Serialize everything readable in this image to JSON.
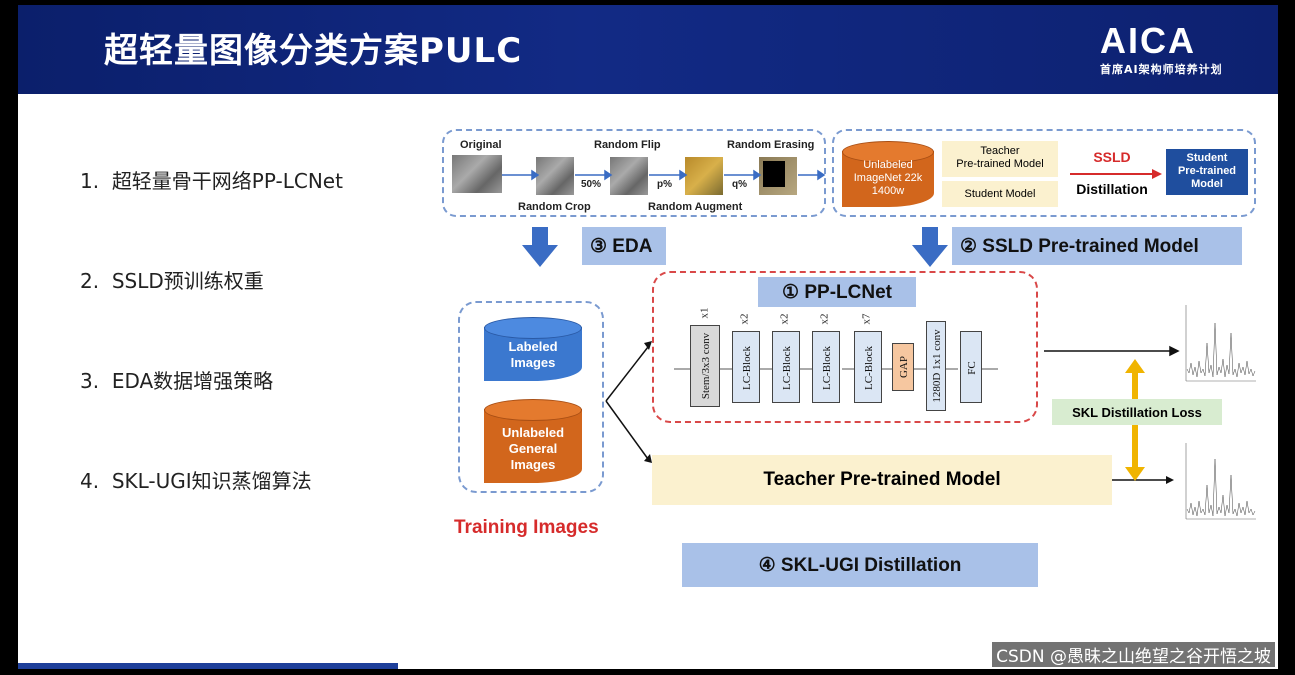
{
  "header": {
    "title": "超轻量图像分类方案PULC",
    "logo_text": "AICA",
    "logo_subtitle": "首席AI架构师培养计划"
  },
  "list": [
    {
      "num": "1.",
      "text": "超轻量骨干网络PP-LCNet"
    },
    {
      "num": "2.",
      "text": "SSLD预训练权重"
    },
    {
      "num": "3.",
      "text": "EDA数据增强策略"
    },
    {
      "num": "4.",
      "text": "SKL-UGI知识蒸馏算法"
    }
  ],
  "eda": {
    "original": "Original",
    "random_crop": "Random Crop",
    "random_flip": "Random Flip",
    "random_augment": "Random Augment",
    "random_erasing": "Random Erasing",
    "p50": "50%",
    "pp": "p%",
    "pq": "q%",
    "label": "③ EDA"
  },
  "ssld": {
    "unlabeled": "Unlabeled\nImageNet 22k\n1400w",
    "teacher": "Teacher\nPre-trained Model",
    "student": "Student Model",
    "ssld": "SSLD",
    "distillation": "Distillation",
    "student_out": "Student\nPre-trained\nModel",
    "label": "② SSLD Pre-trained Model"
  },
  "network": {
    "title": "① PP-LCNet",
    "layers": [
      {
        "name": "Stem/3x3 conv",
        "rep": "x1"
      },
      {
        "name": "LC-Block",
        "rep": "x2"
      },
      {
        "name": "LC-Block",
        "rep": "x2"
      },
      {
        "name": "LC-Block",
        "rep": "x2"
      },
      {
        "name": "LC-Block",
        "rep": "x7"
      },
      {
        "name": "GAP",
        "rep": ""
      },
      {
        "name": "1280D 1x1 conv",
        "rep": ""
      },
      {
        "name": "FC",
        "rep": ""
      }
    ]
  },
  "training": {
    "labeled": "Labeled\nImages",
    "unlabeled": "Unlabeled\nGeneral\nImages",
    "caption": "Training Images"
  },
  "teacher_model": "Teacher Pre-trained Model",
  "skl_loss": "SKL Distillation Loss",
  "skl_ugi": "④ SKL-UGI Distillation",
  "watermark": "CSDN @愚昧之山绝望之谷开悟之坡",
  "colors": {
    "header_bg": "#122a85",
    "label_blue": "#a9c1e8",
    "orange": "#d2661c",
    "blue_cyl": "#3b78cf",
    "red_text": "#d62b2b",
    "yellow": "#fbf1cf"
  }
}
